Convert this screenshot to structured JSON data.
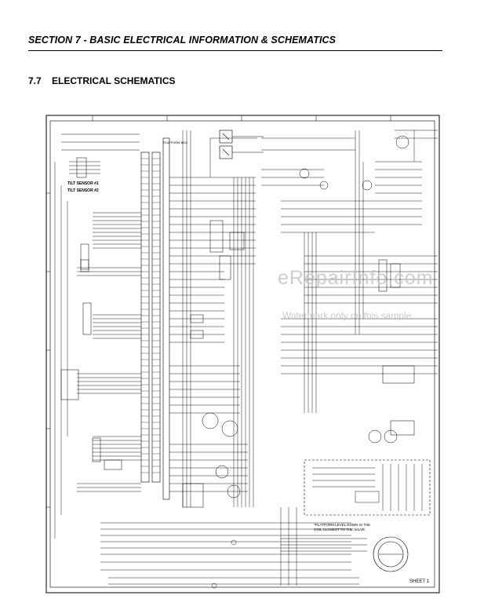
{
  "header": {
    "section_title": "SECTION 7 - BASIC ELECTRICAL INFORMATION & SCHEMATICS"
  },
  "subsection": {
    "number": "7.7",
    "title": "ELECTRICAL SCHEMATICS"
  },
  "schematic": {
    "tilt_sensor_1": "TILT SENSOR #1",
    "tilt_sensor_2": "TILT SENSOR #2",
    "platform_box": "PLATFORM BOX",
    "note_line1": "*PLATFORM LEVEL DOWN IS THE",
    "note_line2": "COIL CLOSEST TO THE VALVE",
    "sheet": "SHEET 1"
  },
  "watermark": {
    "text": "eRepairInfo.com",
    "sub": "Watermark only on this sample"
  }
}
